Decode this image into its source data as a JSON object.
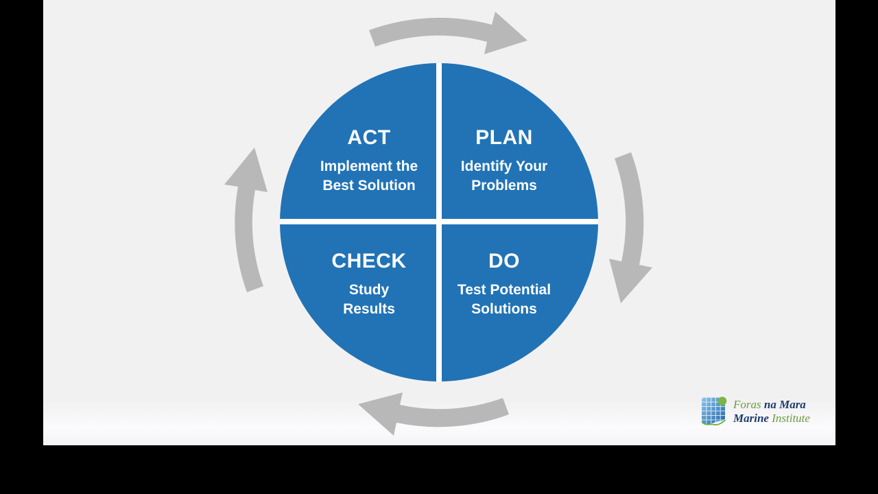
{
  "diagram": {
    "type": "pdca-cycle",
    "circle_color": "#2173b6",
    "divider_color": "#ffffff",
    "arrow_color": "#b9b8b9",
    "background_color": "#f2f1f2",
    "quadrants": [
      {
        "key": "act",
        "label": "ACT",
        "lines": [
          "Implement the",
          "Best Solution"
        ]
      },
      {
        "key": "plan",
        "label": "PLAN",
        "lines": [
          "Identify Your",
          "Problems"
        ]
      },
      {
        "key": "check",
        "label": "CHECK",
        "lines": [
          "Study",
          "Results"
        ]
      },
      {
        "key": "do",
        "label": "DO",
        "lines": [
          "Test Potential",
          "Solutions"
        ]
      }
    ]
  },
  "logo": {
    "irish_name_green": "Foras",
    "irish_name_navy": "na Mara",
    "english_name_navy": "Marine",
    "english_name_green": "Institute",
    "green": "#6b9c3f",
    "navy": "#1d3d6d",
    "mark_green": "#7cb544"
  }
}
